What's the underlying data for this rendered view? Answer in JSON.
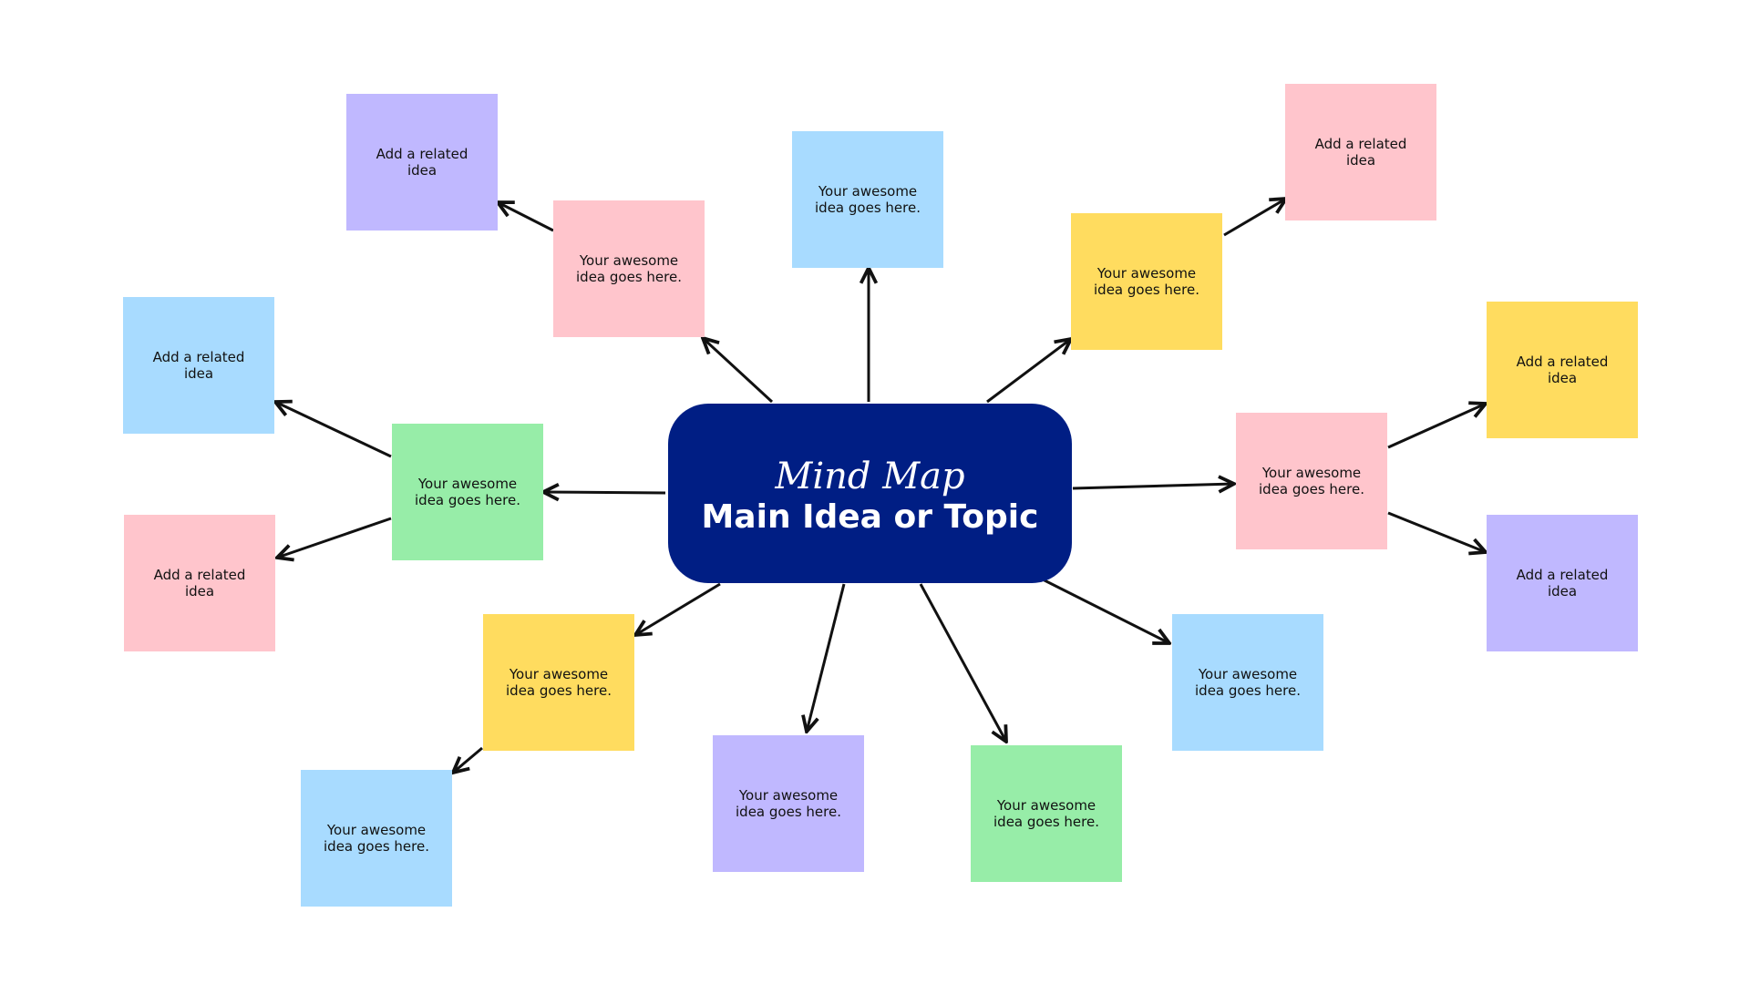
{
  "center": {
    "script_title": "Mind Map",
    "title": "Main Idea or Topic",
    "color": "#001e84"
  },
  "colors": {
    "blue": "#a8dbff",
    "pink": "#ffc5cc",
    "yellow": "#ffdc5f",
    "green": "#97eda8",
    "purple": "#c0b8ff",
    "arrow": "#111111"
  },
  "notes": [
    {
      "text": "Add a related idea",
      "color": "#c0b8ff"
    },
    {
      "text": "Your awesome\nidea goes here.",
      "color": "#ffc5cc"
    },
    {
      "text": "Your awesome\nidea goes here.",
      "color": "#a8dbff"
    },
    {
      "text": "Your awesome\nidea goes here.",
      "color": "#ffdc5f"
    },
    {
      "text": "Add a related idea",
      "color": "#ffc5cc"
    },
    {
      "text": "Add a related idea",
      "color": "#a8dbff"
    },
    {
      "text": "Your awesome\nidea goes here.",
      "color": "#97eda8"
    },
    {
      "text": "Add a related idea",
      "color": "#ffc5cc"
    },
    {
      "text": "Add a related idea",
      "color": "#ffdc5f"
    },
    {
      "text": "Your awesome\nidea goes here.",
      "color": "#ffc5cc"
    },
    {
      "text": "Add a related idea",
      "color": "#c0b8ff"
    },
    {
      "text": "Your awesome\nidea goes here.",
      "color": "#ffdc5f"
    },
    {
      "text": "Your awesome\nidea goes here.",
      "color": "#a8dbff"
    },
    {
      "text": "Your awesome\nidea goes here.",
      "color": "#c0b8ff"
    },
    {
      "text": "Your awesome\nidea goes here.",
      "color": "#97eda8"
    },
    {
      "text": "Your awesome\nidea goes here.",
      "color": "#a8dbff"
    }
  ]
}
